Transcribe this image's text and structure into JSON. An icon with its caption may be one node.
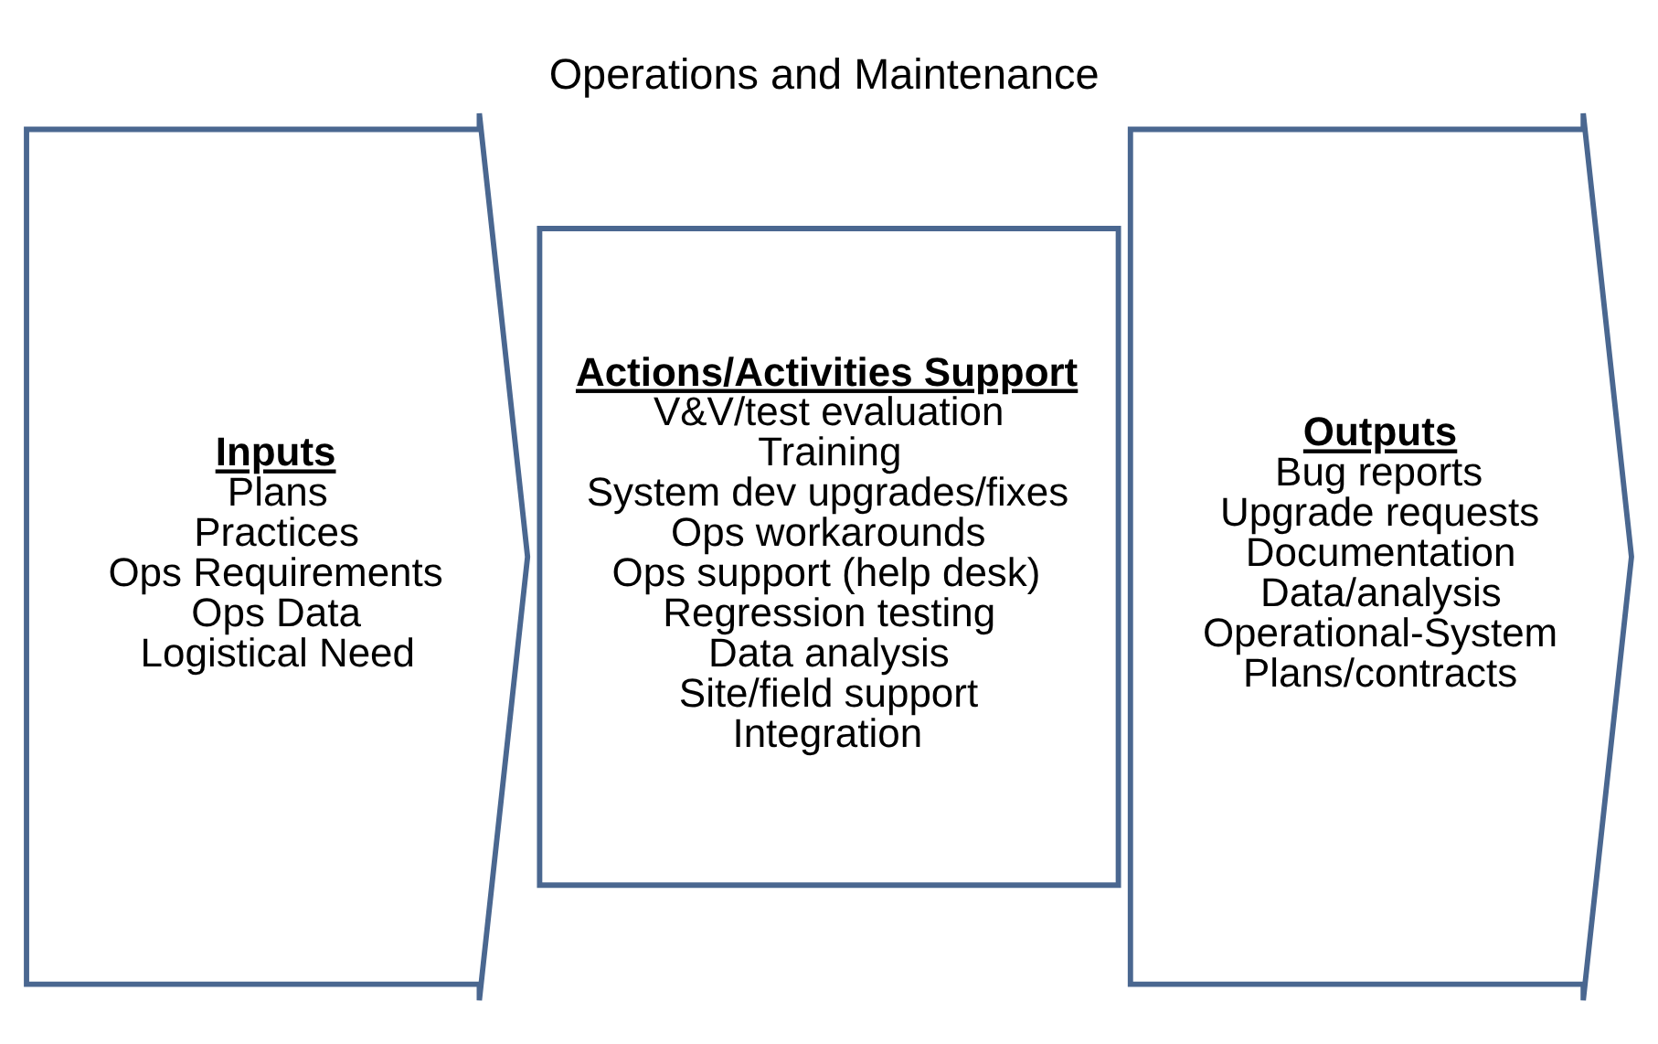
{
  "diagram": {
    "title": "Operations and Maintenance",
    "nodes": [
      {
        "text": [
          "Inputs",
          "Plans",
          "Practices",
          "Ops Requirements",
          "Ops Data",
          "Logistical Need"
        ]
      },
      {
        "text": [
          "Actions/Activities Support",
          "V&V/test evaluation",
          "Training",
          "System dev upgrades/fixes",
          "Ops workarounds",
          "Ops support (help desk)",
          "Regression testing",
          "Data analysis",
          "Site/field support",
          "Integration"
        ]
      },
      {
        "text": [
          "Outputs",
          "Bug reports",
          "Upgrade requests",
          "Documentation",
          "Data/analysis",
          "Operational-System",
          "Plans/contracts"
        ]
      }
    ],
    "edges": []
  }
}
